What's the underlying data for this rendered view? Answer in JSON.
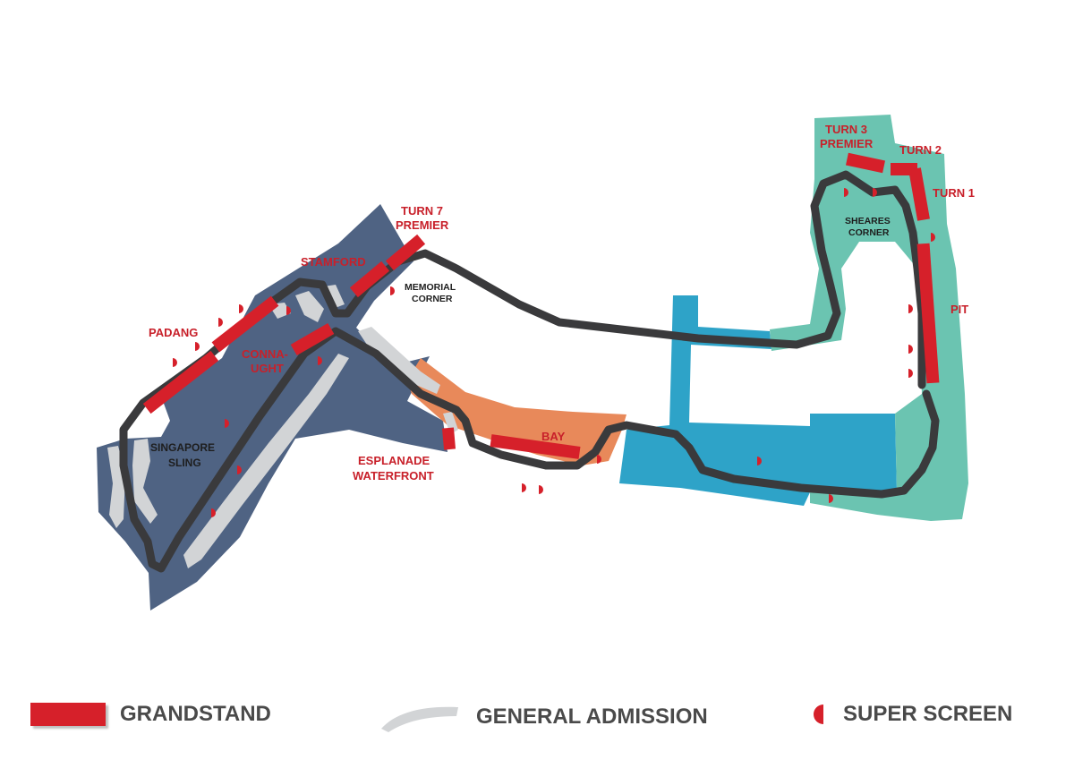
{
  "colors": {
    "zone_dark": "#4f6383",
    "zone_orange": "#e8895a",
    "zone_blue": "#2ea3c8",
    "zone_teal": "#6bc4b1",
    "track": "#3a3a3c",
    "grandstand": "#d6202a",
    "general_admission": "#d2d4d6",
    "label_red": "#c8202a"
  },
  "labels": {
    "turn3_premier": [
      "TURN 3",
      "PREMIER"
    ],
    "turn2": "TURN 2",
    "turn1": "TURN 1",
    "sheares_corner": [
      "SHEARES",
      "CORNER"
    ],
    "pit": "PIT",
    "turn7_premier": [
      "TURN 7",
      "PREMIER"
    ],
    "stamford": "STAMFORD",
    "memorial_corner": [
      "MEMORIAL",
      "CORNER"
    ],
    "padang": "PADANG",
    "connaught": [
      "CONNA-",
      "UGHT"
    ],
    "singapore_sling": [
      "SINGAPORE",
      "SLING"
    ],
    "esplanade_waterfront": [
      "ESPLANADE",
      "WATERFRONT"
    ],
    "bay": "BAY"
  },
  "legend": {
    "grandstand": "GRANDSTAND",
    "general_admission": "GENERAL ADMISSION",
    "super_screen": "SUPER SCREEN"
  },
  "icons": {
    "grandstand": "red-bar-icon",
    "general_admission": "grey-strip-icon",
    "super_screen": "half-circle-icon"
  }
}
